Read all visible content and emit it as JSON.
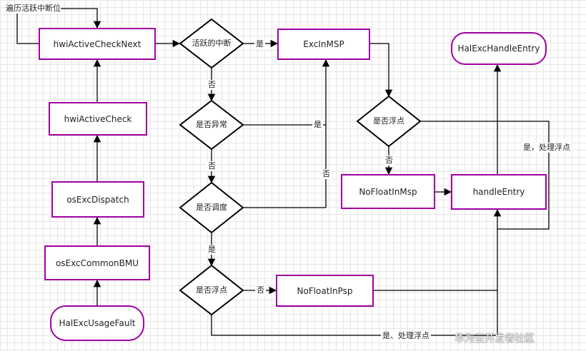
{
  "note_top": "遍历活跃中断位",
  "nodes": {
    "hwiActiveCheckNext": "hwiActiveCheckNext",
    "hwiActiveCheck": "hwiActiveCheck",
    "osExcDispatch": "osExcDispatch",
    "osExcCommonBMU": "osExcCommonBMU",
    "HalExcUsageFault": "HalExcUsageFault",
    "ExcInMSP": "ExcInMSP",
    "HalExcHandleEntry": "HalExcHandleEntry",
    "NoFloatInMsp": "NoFloatInMsp",
    "handleEntry": "handleEntry",
    "NoFloatInPsp": "NoFloatInPsp"
  },
  "decisions": {
    "active_irq": "活跃的中断",
    "is_exception": "是否异常",
    "is_schedule": "是否调度",
    "is_float_psp": "是否浮点",
    "is_float_msp": "是否浮点"
  },
  "edge_labels": {
    "yes_to_excinmsp": "是",
    "no_from_active": "否",
    "yes_exception": "是",
    "no_from_exception": "否",
    "no_from_schedule": "否",
    "yes_from_schedule": "是",
    "no_float_psp": "否",
    "no_float_msp": "否",
    "yes_float_msp": "是，处理浮点",
    "yes_float_psp": "是、处理浮点"
  },
  "watermark": "华为云开发者社区"
}
